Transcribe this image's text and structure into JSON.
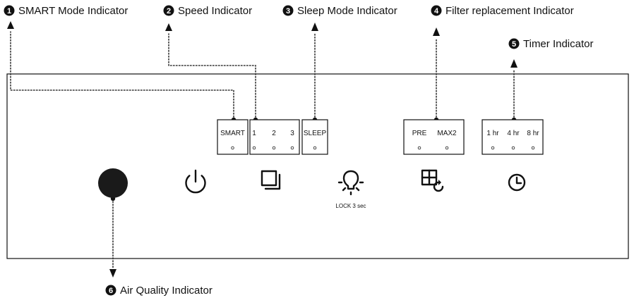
{
  "callouts": [
    {
      "number": "1",
      "label": "SMART Mode Indicator"
    },
    {
      "number": "2",
      "label": "Speed Indicator"
    },
    {
      "number": "3",
      "label": "Sleep Mode Indicator"
    },
    {
      "number": "4",
      "label": "Filter replacement Indicator"
    },
    {
      "number": "5",
      "label": "Timer Indicator"
    },
    {
      "number": "6",
      "label": "Air Quality Indicator"
    }
  ],
  "panel": {
    "smart_box": {
      "label": "SMART"
    },
    "speed_box": {
      "labels": [
        "1",
        "2",
        "3"
      ]
    },
    "sleep_box": {
      "label": "SLEEP"
    },
    "filter_box": {
      "labels": [
        "PRE",
        "MAX2"
      ]
    },
    "timer_box": {
      "labels": [
        "1 hr",
        "4 hr",
        "8 hr"
      ]
    },
    "lock_caption": "LOCK 3 sec"
  },
  "icons": [
    "air-quality-light-icon",
    "power-icon",
    "speed-squares-icon",
    "sleep-bulb-icon",
    "filter-reset-icon",
    "timer-clock-icon"
  ]
}
